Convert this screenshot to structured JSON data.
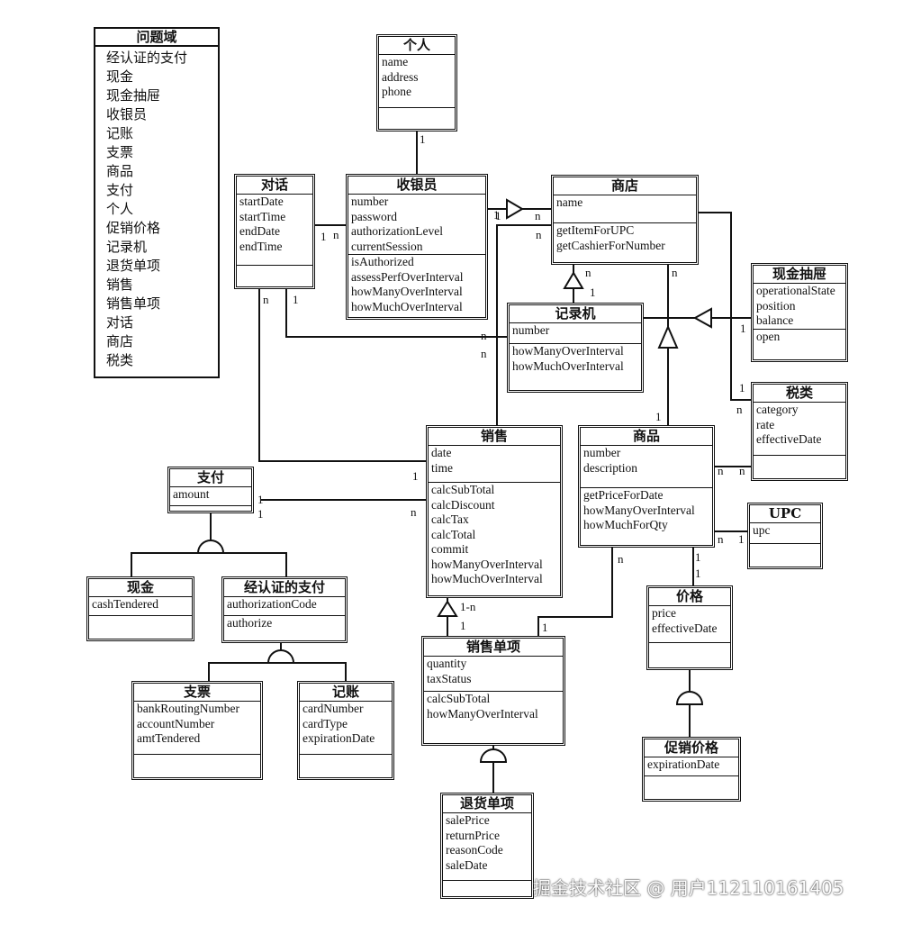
{
  "domain_list": {
    "title": "问题域",
    "items": [
      "经认证的支付",
      "现金",
      "现金抽屉",
      "收银员",
      "记账",
      "支票",
      "商品",
      "支付",
      "个人",
      "促销价格",
      "记录机",
      "退货单项",
      "销售",
      "销售单项",
      "对话",
      "商店",
      "税类"
    ]
  },
  "classes": {
    "person": {
      "name": "个人",
      "attributes": [
        "name",
        "address",
        "phone"
      ],
      "operations": []
    },
    "session": {
      "name": "对话",
      "attributes": [
        "startDate",
        "startTime",
        "endDate",
        "endTime"
      ],
      "operations": []
    },
    "cashier": {
      "name": "收银员",
      "attributes": [
        "number",
        "password",
        "authorizationLevel",
        "currentSession"
      ],
      "operations": [
        "isAuthorized",
        "assessPerfOverInterval",
        "howManyOverInterval",
        "howMuchOverInterval"
      ]
    },
    "store": {
      "name": "商店",
      "attributes": [
        "name"
      ],
      "operations": [
        "getItemForUPC",
        "getCashierForNumber"
      ]
    },
    "drawer": {
      "name": "现金抽屉",
      "attributes": [
        "operationalState",
        "position",
        "balance"
      ],
      "operations": [
        "open"
      ]
    },
    "register": {
      "name": "记录机",
      "attributes": [
        "number"
      ],
      "operations": [
        "howManyOverInterval",
        "howMuchOverInterval"
      ]
    },
    "taxcat": {
      "name": "税类",
      "attributes": [
        "category",
        "rate",
        "effectiveDate"
      ],
      "operations": []
    },
    "sale": {
      "name": "销售",
      "attributes": [
        "date",
        "time"
      ],
      "operations": [
        "calcSubTotal",
        "calcDiscount",
        "calcTax",
        "calcTotal",
        "commit",
        "howManyOverInterval",
        "howMuchOverInterval"
      ]
    },
    "item": {
      "name": "商品",
      "attributes": [
        "number",
        "description"
      ],
      "operations": [
        "getPriceForDate",
        "howManyOverInterval",
        "howMuchForQty"
      ]
    },
    "upc": {
      "name": "UPC",
      "attributes": [
        "upc"
      ],
      "operations": []
    },
    "payment": {
      "name": "支付",
      "attributes": [
        "amount"
      ],
      "operations": []
    },
    "cash": {
      "name": "现金",
      "attributes": [
        "cashTendered"
      ],
      "operations": []
    },
    "authpay": {
      "name": "经认证的支付",
      "attributes": [
        "authorizationCode"
      ],
      "operations": [
        "authorize"
      ]
    },
    "check": {
      "name": "支票",
      "attributes": [
        "bankRoutingNumber",
        "accountNumber",
        "amtTendered"
      ],
      "operations": []
    },
    "charge": {
      "name": "记账",
      "attributes": [
        "cardNumber",
        "cardType",
        "expirationDate"
      ],
      "operations": []
    },
    "price": {
      "name": "价格",
      "attributes": [
        "price",
        "effectiveDate"
      ],
      "operations": []
    },
    "promo": {
      "name": "促销价格",
      "attributes": [
        "expirationDate"
      ],
      "operations": []
    },
    "saleline": {
      "name": "销售单项",
      "attributes": [
        "quantity",
        "taxStatus"
      ],
      "operations": [
        "calcSubTotal",
        "howManyOverInterval"
      ]
    },
    "returnline": {
      "name": "退货单项",
      "attributes": [
        "salePrice",
        "returnPrice",
        "reasonCode",
        "saleDate"
      ],
      "operations": []
    }
  },
  "multiplicities": [
    "1",
    "n",
    "1",
    "n",
    "1",
    "n",
    "n",
    "1",
    "1",
    "n",
    "n",
    "1",
    "n",
    "1",
    "1",
    "n",
    "1",
    "1",
    "n",
    "n",
    "n",
    "1",
    "1",
    "1",
    "1",
    "n",
    "1",
    "n",
    "1-n",
    "1",
    "1",
    "n"
  ],
  "watermark": "掘金技术社区 @ 用户112110161405"
}
